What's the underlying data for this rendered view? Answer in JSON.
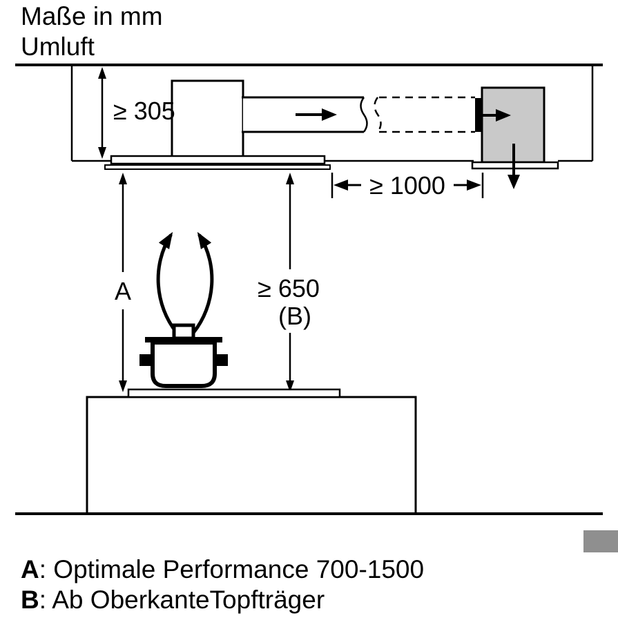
{
  "title": {
    "line1": "Maße in mm",
    "line2": "Umluft"
  },
  "dimensions": {
    "cavity_height": "≥ 305",
    "lateral_clearance": "≥ 1000",
    "height_a": "A",
    "height_b_value": "≥ 650",
    "height_b_ref": "(B)"
  },
  "legend": {
    "a_key": "A",
    "a_text": ": Optimale Performance 700-1500",
    "b_key": "B",
    "b_text": ": Ab OberkanteTopfträger"
  },
  "icons": {
    "duct_airflow": "right-arrow-icon",
    "module_inlet": "right-arrow-icon",
    "module_outlet": "down-arrow-icon",
    "steam": "steam-arrow-icon"
  },
  "colors": {
    "line": "#000000",
    "background": "#ffffff",
    "module_fill": "#c9c9c9",
    "corner_block": "#8f8f8f"
  }
}
